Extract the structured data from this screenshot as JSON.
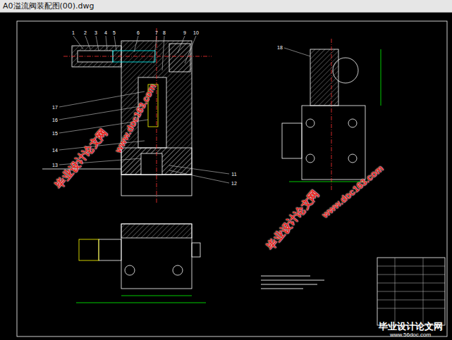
{
  "diagram": {
    "title": "A0溢流阀装配图(00).dwg",
    "labels": [
      "1",
      "2",
      "3",
      "4",
      "5",
      "6",
      "7",
      "8",
      "9",
      "10",
      "17",
      "16",
      "15",
      "14",
      "13",
      "11",
      "12",
      "18",
      "毕业设计论文网",
      "www.doc163.com",
      "毕业设计论文网",
      "www.doc163.com",
      "毕业设计论文网",
      "www.56doc.com"
    ]
  }
}
